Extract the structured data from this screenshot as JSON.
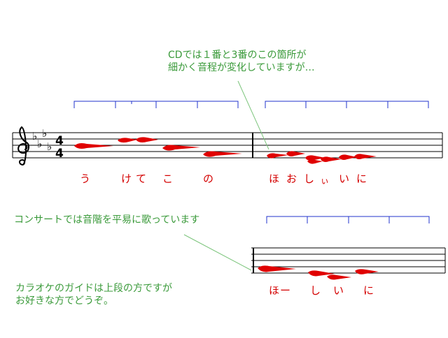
{
  "annotations": {
    "top_note_line1": "CDでは１番と3番のこの箇所が",
    "top_note_line2": "細かく音程が変化していますが…",
    "concert_note": "コンサートでは音階を平易に歌っています",
    "karaoke_line1": "カラオケのガイドは上段の方ですが",
    "karaoke_line2": "お好きな方でどうぞ。"
  },
  "top_staff": {
    "time_signature_top": "4",
    "time_signature_bottom": "4",
    "lyrics": [
      "う",
      "け",
      "て",
      "こ",
      "の",
      "ほ",
      "お",
      "し",
      "ぃ",
      "い",
      "に"
    ]
  },
  "bottom_staff": {
    "lyrics": [
      "ほ",
      "ー",
      "し",
      "い",
      "に"
    ]
  },
  "colors": {
    "note_red": "#e00000",
    "text_green": "#3a9a3a",
    "lyric_red": "#d40000",
    "bracket_blue": "#2233cc",
    "leader_green": "#7ac47a"
  }
}
